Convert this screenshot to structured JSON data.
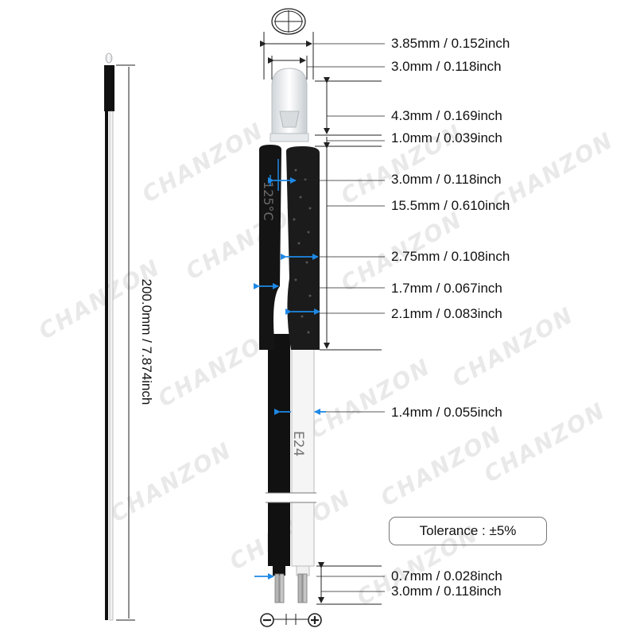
{
  "watermark": "CHANZON",
  "overall_length": "200.0mm / 7.874inch",
  "dimensions": [
    "3.85mm / 0.152inch",
    "3.0mm / 0.118inch",
    "4.3mm / 0.169inch",
    "1.0mm / 0.039inch",
    "3.0mm / 0.118inch",
    "15.5mm / 0.610inch",
    "2.75mm / 0.108inch",
    "1.7mm / 0.067inch",
    "2.1mm / 0.083inch",
    "1.4mm / 0.055inch",
    "0.7mm / 0.028inch",
    "3.0mm / 0.118inch"
  ],
  "tolerance": "Tolerance : ±5%",
  "cable_print": "E24",
  "sleeve_print": "125°C",
  "polarity": {
    "negative": "−",
    "positive": "+"
  },
  "colors": {
    "accent": "#1e88e5",
    "wire_black": "#111111",
    "wire_white": "#f4f4f4",
    "line": "#222222"
  }
}
